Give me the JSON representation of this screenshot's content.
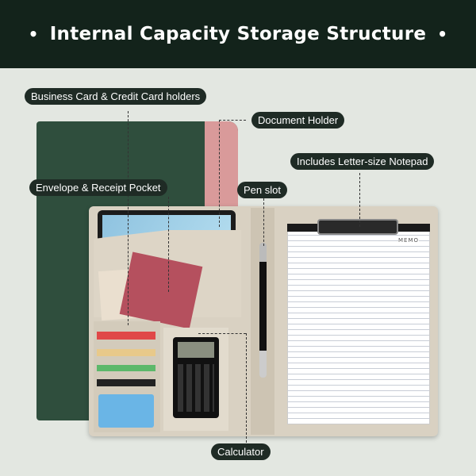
{
  "title": "Internal Capacity Storage Structure",
  "bullet": "•",
  "labels": {
    "cards": "Business Card & Credit Card holders",
    "document": "Document Holder",
    "notepad": "Includes Letter-size Notepad",
    "envelope": "Envelope & Receipt Pocket",
    "pen": "Pen slot",
    "calculator": "Calculator"
  },
  "notepad_header": "MEMO",
  "colors": {
    "header": "#13231b",
    "folder_green": "#2f4e3d",
    "pink": "#d99a9a",
    "beige": "#d9d1c2"
  }
}
